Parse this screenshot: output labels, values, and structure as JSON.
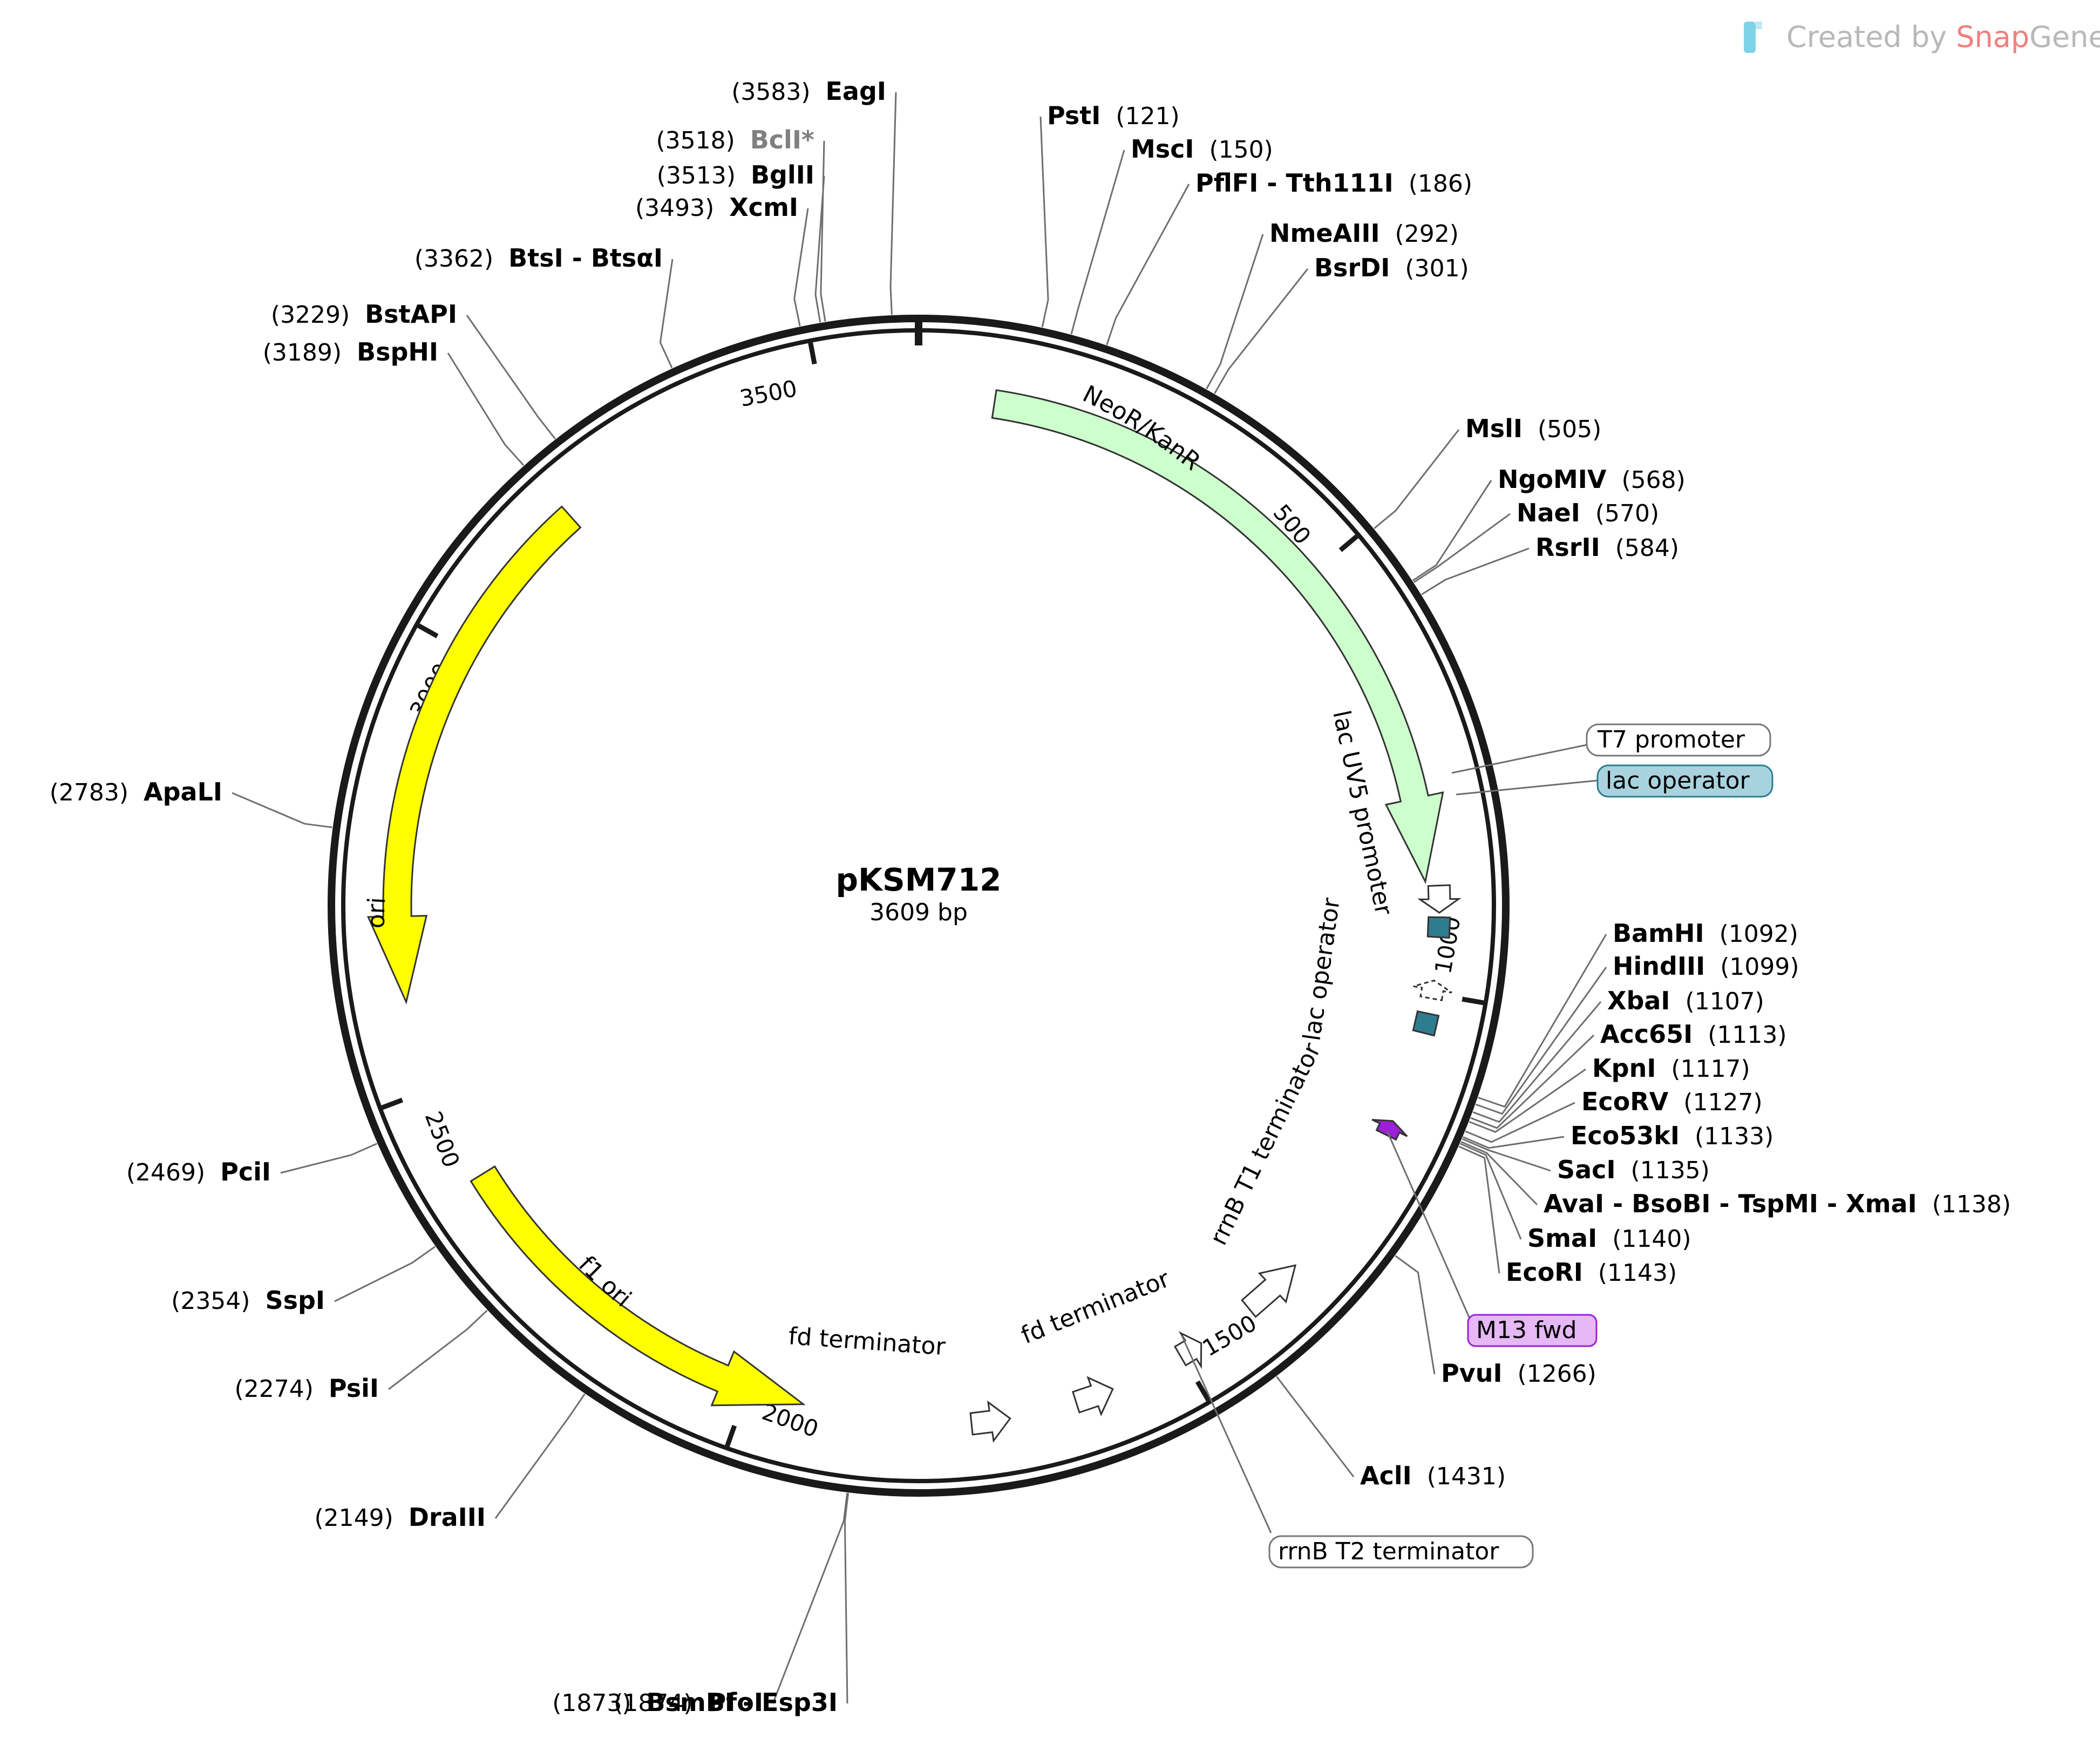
{
  "branding": {
    "prefix": "Created by ",
    "snap": "Snap",
    "gene": "Gene",
    "icon": "snapgene-tube-icon",
    "colors": {
      "snap": "#f08080",
      "gene": "#b8b8b8",
      "prefix": "#b8b8b8",
      "icon": "#7fd3e6"
    }
  },
  "plasmid": {
    "name": "pKSM712",
    "length_label": "3609 bp",
    "length_bp": 3609
  },
  "ticks": [
    {
      "bp": 500,
      "label": "500"
    },
    {
      "bp": 1000,
      "label": "1000"
    },
    {
      "bp": 1500,
      "label": "1500"
    },
    {
      "bp": 2000,
      "label": "2000"
    },
    {
      "bp": 2500,
      "label": "2500"
    },
    {
      "bp": 3000,
      "label": "3000"
    },
    {
      "bp": 3500,
      "label": "3500"
    }
  ],
  "features": [
    {
      "name": "NeoR/KanR",
      "color": "#ccffcc",
      "stroke": "#333333",
      "start": 86,
      "end": 875,
      "strand": 1,
      "kind": "arc"
    },
    {
      "name": "ori",
      "color": "#ffff00",
      "stroke": "#333333",
      "start": 2600,
      "end": 3190,
      "strand": -1,
      "kind": "arc"
    },
    {
      "name": "f1 ori",
      "color": "#ffff00",
      "stroke": "#333333",
      "start": 1935,
      "end": 2390,
      "strand": -1,
      "kind": "arc"
    },
    {
      "name": "lac UV5 promoter",
      "color": "#ffffff",
      "stroke": "#333333",
      "start": 880,
      "end": 910,
      "strand": 1,
      "kind": "small-arrow"
    },
    {
      "name": "lac operator",
      "color": "#2e7c90",
      "stroke": "#333333",
      "start": 915,
      "end": 937,
      "strand": 0,
      "kind": "box"
    },
    {
      "name": "lac operator",
      "color": "#2e7c90",
      "stroke": "#333333",
      "start": 1022,
      "end": 1044,
      "strand": 0,
      "kind": "box"
    },
    {
      "name": "T7 promoter",
      "color": "#ffffff",
      "stroke": "#333333",
      "start": 985,
      "end": 1005,
      "strand": -1,
      "kind": "small-arrow-dashed"
    },
    {
      "name": "M13 fwd",
      "color": "#9a1fd6",
      "stroke": "#333333",
      "start": 1147,
      "end": 1164,
      "strand": -1,
      "kind": "small-arrow"
    },
    {
      "name": "rrnB T1 terminator",
      "color": "#ffffff",
      "stroke": "#333333",
      "start": 1340,
      "end": 1410,
      "strand": -1,
      "kind": "small-arrow"
    },
    {
      "name": "rrnB T2 terminator",
      "color": "#ffffff",
      "stroke": "#333333",
      "start": 1475,
      "end": 1502,
      "strand": -1,
      "kind": "small-arrow"
    },
    {
      "name": "fd terminator",
      "color": "#ffffff",
      "stroke": "#333333",
      "start": 1585,
      "end": 1628,
      "strand": -1,
      "kind": "small-arrow"
    },
    {
      "name": "fd terminator",
      "color": "#ffffff",
      "stroke": "#333333",
      "start": 1703,
      "end": 1746,
      "strand": -1,
      "kind": "small-arrow"
    }
  ],
  "feature_labels": {
    "neor": "NeoR/KanR",
    "ori": "ori",
    "f1ori": "f1 ori",
    "lacuv5": "lac UV5 promoter",
    "lacop_inner": "lac operator",
    "rrnb_t1": "rrnB T1 terminator",
    "fd1": "fd terminator",
    "fd2": "fd terminator",
    "t7_box": "T7 promoter",
    "lacop_box": "lac operator",
    "m13_box": "M13 fwd",
    "rrnb_t2_box": "rrnB T2 terminator"
  },
  "feature_label_colors": {
    "t7_box": "#ffffff",
    "lacop_box": "#a8d3de",
    "m13_box": "#e6b8f5",
    "m13_border": "#9a1fd6",
    "rrnb_t2_box": "#ffffff"
  },
  "sites": [
    {
      "name": "EagI",
      "pos": 3583
    },
    {
      "name": "BclI*",
      "pos": 3518,
      "grey": true
    },
    {
      "name": "BglII",
      "pos": 3513
    },
    {
      "name": "XcmI",
      "pos": 3493
    },
    {
      "name": "BtsI - BtsαI",
      "pos": 3362
    },
    {
      "name": "BstAPI",
      "pos": 3229
    },
    {
      "name": "BspHI",
      "pos": 3189
    },
    {
      "name": "ApaLI",
      "pos": 2783
    },
    {
      "name": "PciI",
      "pos": 2469
    },
    {
      "name": "SspI",
      "pos": 2354
    },
    {
      "name": "PsiI",
      "pos": 2274
    },
    {
      "name": "DraIII",
      "pos": 2149
    },
    {
      "name": "PfoI",
      "pos": 1874
    },
    {
      "name": "BsmBI - Esp3I",
      "pos": 1873
    },
    {
      "name": "AclI",
      "pos": 1431
    },
    {
      "name": "PvuI",
      "pos": 1266
    },
    {
      "name": "EcoRI",
      "pos": 1143
    },
    {
      "name": "SmaI",
      "pos": 1140
    },
    {
      "name": "AvaI - BsoBI - TspMI - XmaI",
      "pos": 1138
    },
    {
      "name": "SacI",
      "pos": 1135
    },
    {
      "name": "Eco53kI",
      "pos": 1133
    },
    {
      "name": "EcoRV",
      "pos": 1127
    },
    {
      "name": "KpnI",
      "pos": 1117
    },
    {
      "name": "Acc65I",
      "pos": 1113
    },
    {
      "name": "XbaI",
      "pos": 1107
    },
    {
      "name": "HindIII",
      "pos": 1099
    },
    {
      "name": "BamHI",
      "pos": 1092
    },
    {
      "name": "RsrII",
      "pos": 584
    },
    {
      "name": "NaeI",
      "pos": 570
    },
    {
      "name": "NgoMIV",
      "pos": 568
    },
    {
      "name": "MslI",
      "pos": 505
    },
    {
      "name": "BsrDI",
      "pos": 301
    },
    {
      "name": "NmeAIII",
      "pos": 292
    },
    {
      "name": "PflFI - Tth111I",
      "pos": 186
    },
    {
      "name": "MscI",
      "pos": 150
    },
    {
      "name": "PstI",
      "pos": 121
    }
  ]
}
